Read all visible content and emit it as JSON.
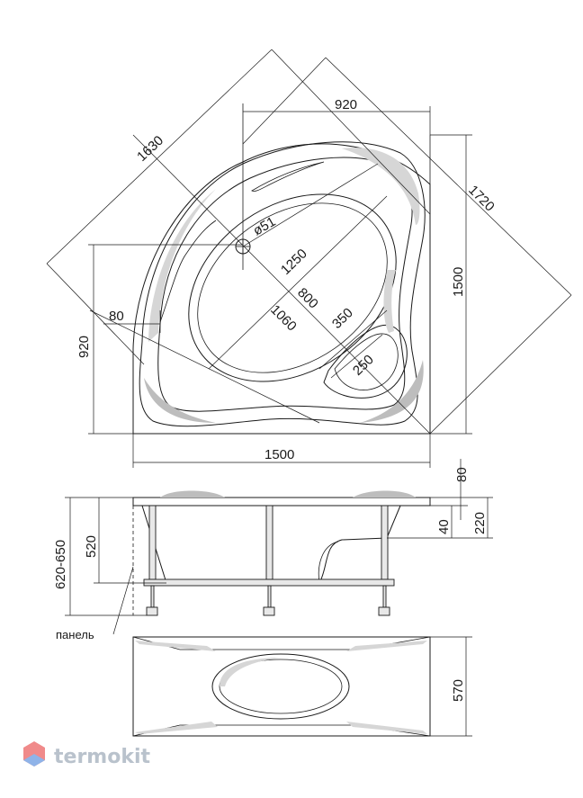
{
  "top_view": {
    "dim_diagonal_outer": "1630",
    "dim_top_width": "920",
    "dim_diagonal_right": "1720",
    "dim_right_height": "1500",
    "dim_left_height": "920",
    "dim_bottom_width": "1500",
    "dim_inner_left": "80",
    "dim_drain": "ø51",
    "dim_bowl_long": "1250",
    "dim_bowl_mid": "800",
    "dim_bowl_diag": "1060",
    "dim_seat_outer": "350",
    "dim_seat_inner": "250"
  },
  "side_view": {
    "dim_total_height": "620-650",
    "dim_depth": "520",
    "dim_rim": "80",
    "dim_rim_step": "40",
    "dim_upper": "220",
    "panel_label": "панель"
  },
  "panel_view": {
    "dim_height": "570"
  },
  "brand": {
    "name": "termokit",
    "logo_colors": [
      "#f08a8a",
      "#8fb3e8",
      "#b9c2cc"
    ]
  }
}
